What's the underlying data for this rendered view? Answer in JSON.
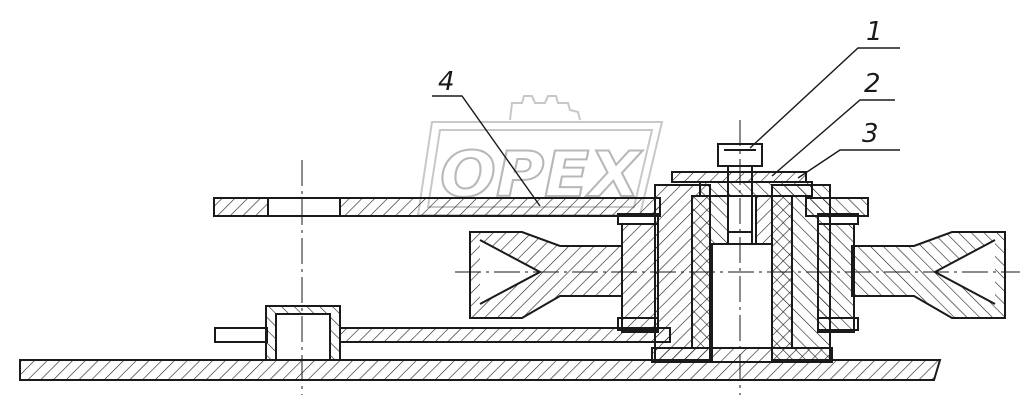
{
  "watermark": {
    "text": "OPEX"
  },
  "callouts": [
    {
      "label": "1"
    },
    {
      "label": "2"
    },
    {
      "label": "3"
    },
    {
      "label": "4"
    }
  ],
  "colors": {
    "line": "#1a1a1a",
    "watermark": "#c8c8c8",
    "background": "#ffffff"
  }
}
